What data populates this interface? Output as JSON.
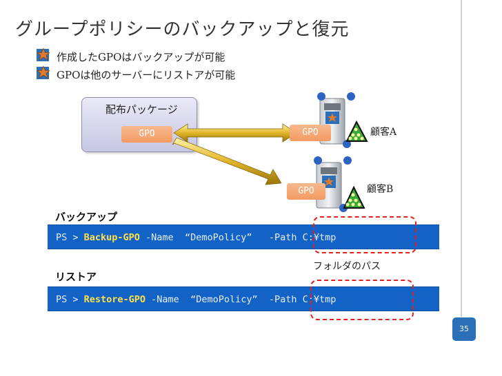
{
  "title": "グループポリシーのバックアップと復元",
  "bullets": [
    "作成したGPOはバックアップが可能",
    "GPOは他のサーバーにリストアが可能"
  ],
  "package": {
    "label": "配布パッケージ",
    "gpo": "GPO"
  },
  "servers": [
    {
      "gpo": "GPO",
      "customer": "顧客A"
    },
    {
      "gpo": "GPO",
      "customer": "顧客B"
    }
  ],
  "backup": {
    "heading": "バックアップ",
    "prompt": "PS > ",
    "cmdlet": "Backup-GPO",
    "rest": " -Name  “DemoPolicy”   -Path C:¥tmp"
  },
  "folder_note": "フォルダのパス",
  "restore": {
    "heading": "リストア",
    "prompt": "PS > ",
    "cmdlet": "Restore-GPO",
    "rest": " -Name  “DemoPolicy”  -Path C:¥tmp"
  },
  "page_number": "35",
  "colors": {
    "accent_blue": "#1363c6",
    "cmdlet": "#ffe14a",
    "dash": "#e02020"
  }
}
